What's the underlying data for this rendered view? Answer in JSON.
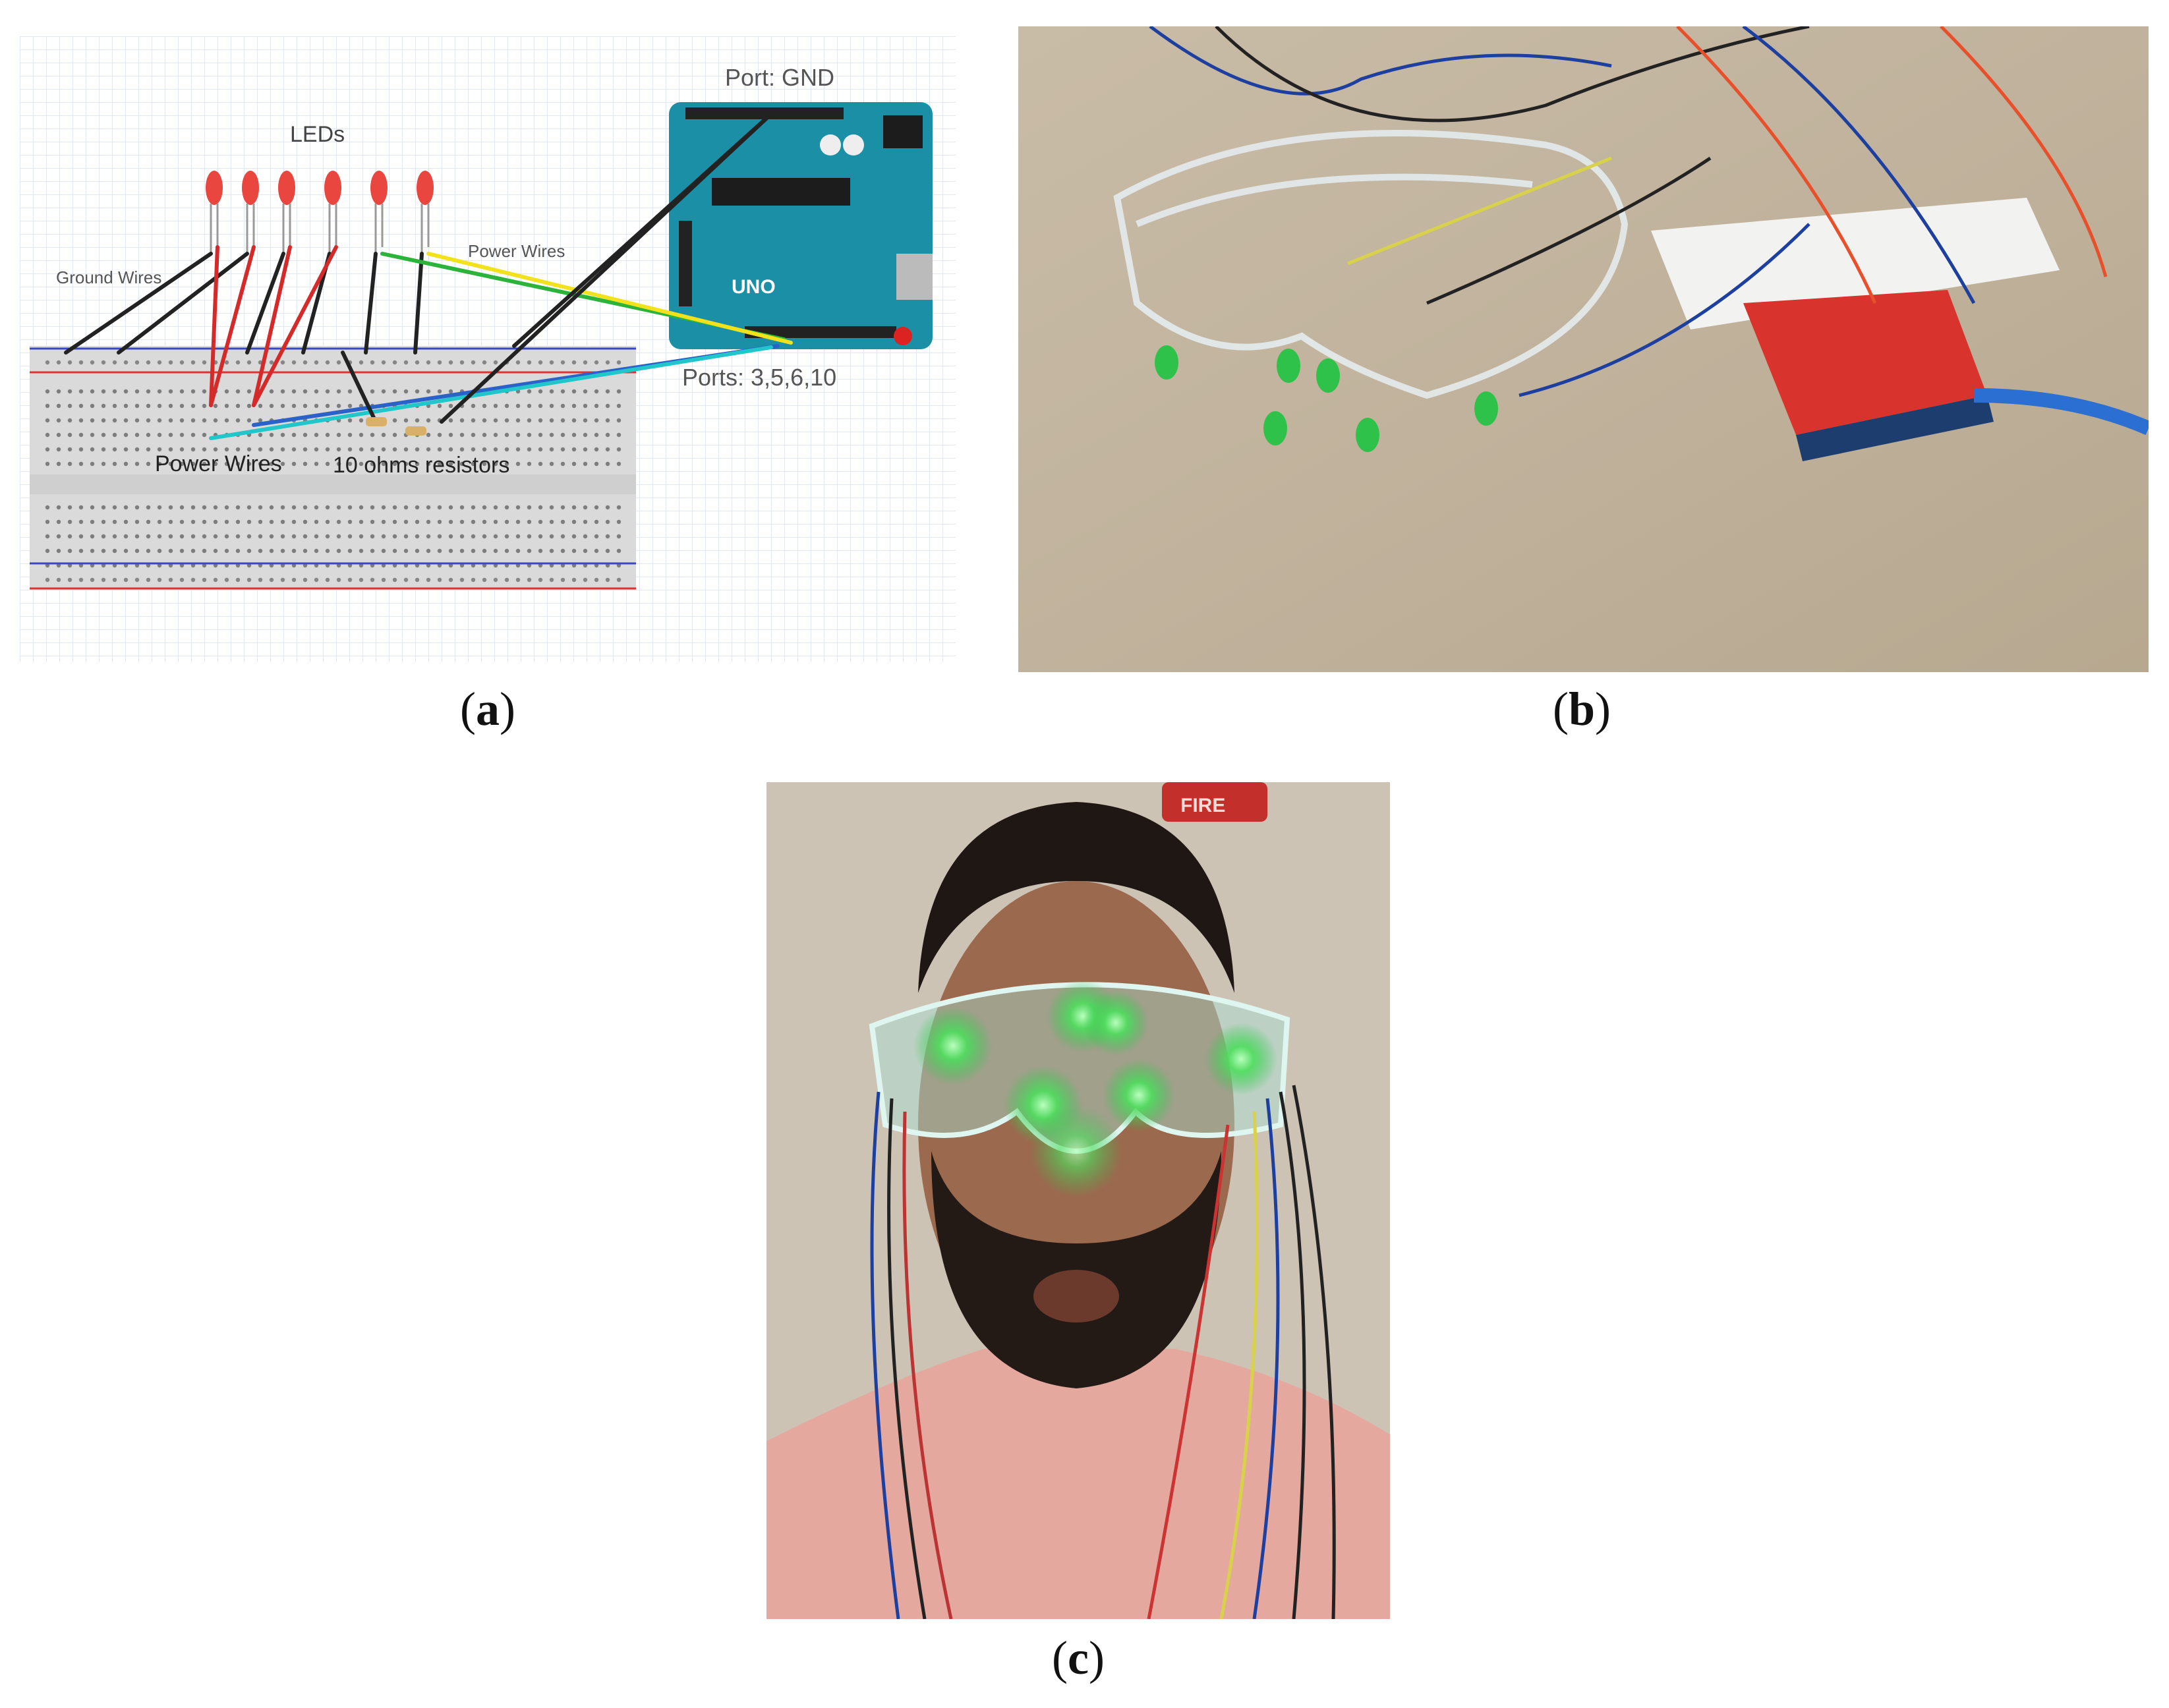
{
  "panel_a": {
    "caption_letter": "a",
    "labels": {
      "leds": "LEDs",
      "port_gnd": "Port: GND",
      "ground_wires": "Ground Wires",
      "power_wires_top": "Power Wires",
      "ports": "Ports: 3,5,6,10",
      "power_wires_bottom": "Power Wires",
      "resistors": "10 ohms resistors"
    },
    "board_text": {
      "model": "UNO"
    }
  },
  "panel_b": {
    "caption_letter": "b"
  },
  "panel_c": {
    "caption_letter": "c",
    "sign_text": "FIRE"
  },
  "colors": {
    "led_red": "#e8463f",
    "led_green": "#2fc24a",
    "arduino_teal": "#1a8fa6",
    "wire_yellow": "#f2e21b",
    "wire_green": "#2bb33a",
    "wire_blue": "#2a62c9",
    "wire_cyan": "#20c6c9"
  }
}
